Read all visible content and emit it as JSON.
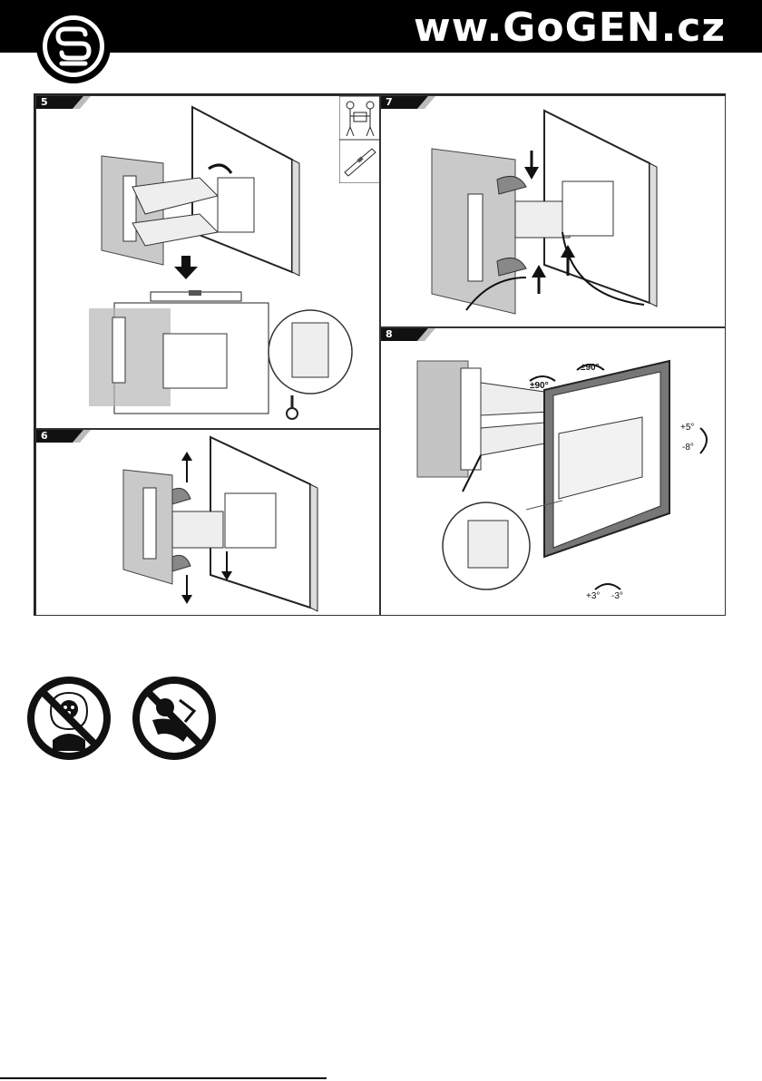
{
  "header": {
    "brand": "ww.GoGEN.cz"
  },
  "steps": [
    {
      "number": "5"
    },
    {
      "number": "6"
    },
    {
      "number": "7"
    },
    {
      "number": "8"
    }
  ],
  "step8_labels": {
    "swivel_left": "±90°",
    "swivel_right": "±90°",
    "tilt_up": "+5°",
    "tilt_down": "-8°",
    "level_plus": "+3°",
    "level_minus": "-3°"
  },
  "icons": [
    "logo-icon",
    "two-person-lift-icon",
    "spirit-level-icon",
    "no-plastic-bag-suffocation-icon",
    "no-child-play-icon"
  ]
}
